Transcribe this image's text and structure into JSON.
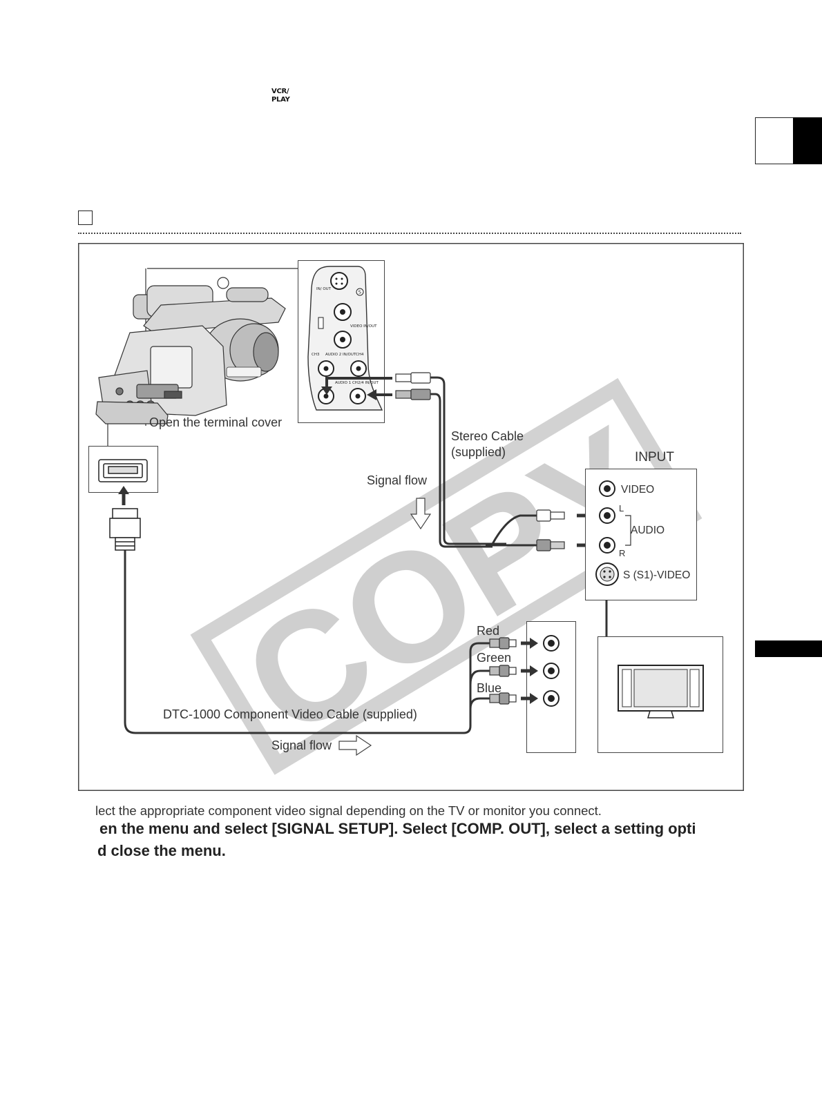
{
  "header": {
    "mode_icon_line1": "VCR/",
    "mode_icon_line2": "PLAY"
  },
  "diagram": {
    "terminal_cover_label": "Open the terminal cover",
    "stereo_cable_label_1": "Stereo Cable",
    "stereo_cable_label_2": "(supplied)",
    "signal_flow_label_top": "Signal flow",
    "signal_flow_label_bottom": "Signal flow",
    "component_cable_label": "DTC-1000 Component Video Cable (supplied)",
    "input_title": "INPUT",
    "input_video_label": "VIDEO",
    "input_audio_label": "AUDIO",
    "input_left_label": "L",
    "input_right_label": "R",
    "input_svideo_label": "S (S1)-VIDEO",
    "red_label": "Red",
    "green_label": "Green",
    "blue_label": "Blue",
    "watermark": "COPY",
    "terminal_labels": {
      "in_out": "IN/ OUT",
      "video_in_out": "VIDEO IN/OUT",
      "ch3": "CH3",
      "audio2": "AUDIO 2 IN/OUT",
      "ch4": "CH4",
      "audio1": "AUDIO 1 CH2/4 IN/OUT",
      "s_badge": "S"
    }
  },
  "body": {
    "instruction_text": "lect the appropriate component video signal depending on the TV or monitor you connect.",
    "step_line_1": "en the menu and select [SIGNAL SETUP]. Select [COMP. OUT], select a setting opti",
    "step_line_2": "d close the menu."
  }
}
